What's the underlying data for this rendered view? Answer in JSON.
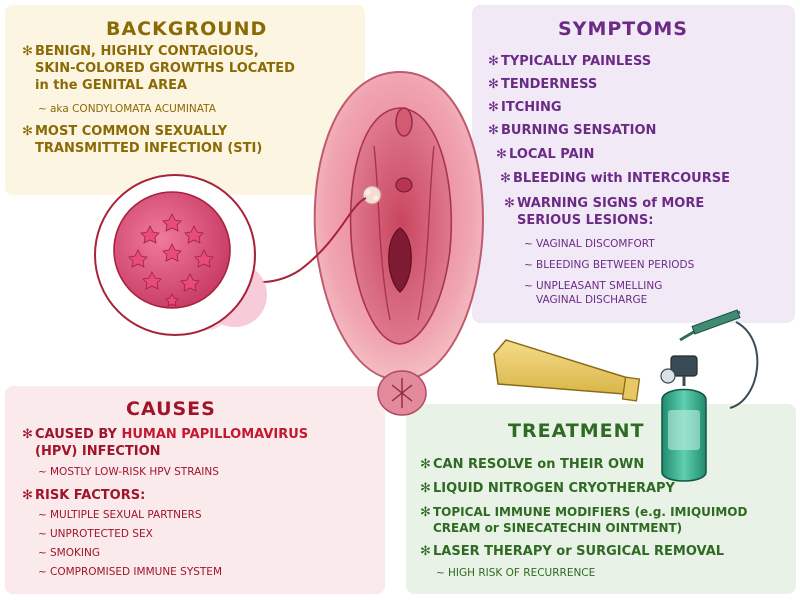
{
  "background": {
    "title": "BACKGROUND",
    "items": [
      "BENIGN, HIGHLY CONTAGIOUS,",
      "SKIN-COLORED GROWTHS LOCATED",
      "in the GENITAL AREA",
      "MOST COMMON SEXUALLY",
      "TRANSMITTED INFECTION (STI)"
    ],
    "aka": "aka CONDYLOMATA ACUMINATA"
  },
  "symptoms": {
    "title": "SYMPTOMS",
    "items": [
      "TYPICALLY PAINLESS",
      "TENDERNESS",
      "ITCHING",
      "BURNING SENSATION",
      "LOCAL PAIN",
      "BLEEDING with INTERCOURSE",
      "WARNING SIGNS of MORE",
      "SERIOUS LESIONS:"
    ],
    "subs": [
      "VAGINAL DISCOMFORT",
      "BLEEDING BETWEEN PERIODS",
      "UNPLEASANT SMELLING",
      "VAGINAL DISCHARGE"
    ]
  },
  "causes": {
    "title": "CAUSES",
    "cause_prefix": "CAUSED BY ",
    "cause_highlight": "HUMAN PAPILLOMAVIRUS",
    "cause_line2": "(HPV) INFECTION",
    "cause_sub": "MOSTLY LOW-RISK HPV STRAINS",
    "risk_title": "RISK FACTORS:",
    "risks": [
      "MULTIPLE SEXUAL PARTNERS",
      "UNPROTECTED SEX",
      "SMOKING",
      "COMPROMISED IMMUNE SYSTEM"
    ]
  },
  "treatment": {
    "title": "TREATMENT",
    "items": [
      "CAN RESOLVE on THEIR OWN",
      "LIQUID NITROGEN CRYOTHERAPY",
      "TOPICAL IMMUNE MODIFIERS (e.g. IMIQUIMOD",
      "CREAM or SINECATECHIN OINTMENT)",
      "LASER THERAPY or SURGICAL REMOVAL"
    ],
    "sub": "HIGH RISK OF RECURRENCE"
  },
  "colors": {
    "background": "#8a6a05",
    "symptoms": "#6b2a86",
    "causes": "#a0142a",
    "treatment": "#2e6a22"
  },
  "icons": [
    "asterisk-bullet-icon",
    "tilde-bullet-icon",
    "hpv-virus-illustration",
    "ointment-tube-illustration",
    "cryotherapy-canister-illustration"
  ]
}
